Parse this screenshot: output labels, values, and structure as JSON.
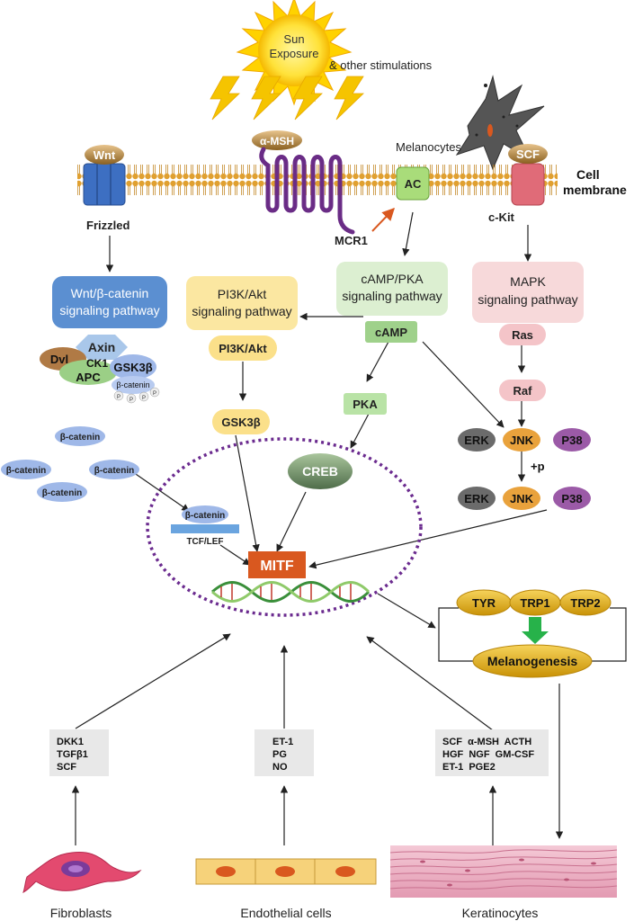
{
  "stimulus": {
    "sun_line1": "Sun",
    "sun_line2": "Exposure",
    "other": "& other stimulations"
  },
  "membrane": {
    "label_line1": "Cell",
    "label_line2": "membrane",
    "melanocytes": "Melanocytes"
  },
  "receptors": {
    "wnt": "Wnt",
    "frizzled": "Frizzled",
    "amsh": "α-MSH",
    "mcr1": "MCR1",
    "ac": "AC",
    "scf": "SCF",
    "ckit": "c-Kit"
  },
  "wnt_pathway": {
    "line1": "Wnt/β-catenin",
    "line2": "signaling pathway",
    "axin": "Axin",
    "dvl": "Dvl",
    "ck1": "CK1",
    "apc": "APC",
    "gsk3b": "GSK3β",
    "bcatenin": "β-catenin",
    "p": "P"
  },
  "pi3k_pathway": {
    "line1": "PI3K/Akt",
    "line2": "signaling pathway",
    "pi3k": "PI3K/Akt",
    "gsk3b": "GSK3β"
  },
  "camp_pathway": {
    "line1": "cAMP/PKA",
    "line2": "signaling pathway",
    "camp": "cAMP",
    "pka": "PKA",
    "creb": "CREB"
  },
  "mapk_pathway": {
    "line1": "MAPK",
    "line2": "signaling pathway",
    "ras": "Ras",
    "raf": "Raf",
    "erk": "ERK",
    "jnk": "JNK",
    "p38": "P38",
    "plus_p": "+p"
  },
  "nucleus": {
    "bcatenin": "β-catenin",
    "tcf": "TCF/LEF",
    "mitf": "MITF"
  },
  "free_catenin": [
    "β-catenin",
    "β-catenin",
    "β-catenin",
    "β-catenin"
  ],
  "melanogenesis": {
    "tyr": "TYR",
    "trp1": "TRP1",
    "trp2": "TRP2",
    "label": "Melanogenesis"
  },
  "factors": {
    "fibroblast": [
      "DKK1",
      "TGFβ1",
      "SCF"
    ],
    "endothelial": [
      "ET-1",
      "PG",
      "NO"
    ],
    "keratinocyte": [
      "SCF  α-MSH  ACTH",
      "HGF  NGF  GM-CSF",
      "ET-1  PGE2"
    ]
  },
  "cells": {
    "fibroblasts": "Fibroblasts",
    "endothelial": "Endothelial cells",
    "keratinocytes": "Keratinocytes"
  },
  "colors": {
    "wnt_box": "#5b8fd1",
    "pi3k_box": "#fbe7a1",
    "camp_box": "#dcefd1",
    "mapk_box": "#f7d9da",
    "mitf": "#d9581f",
    "nucleus_border": "#6b2b8f",
    "receptor_purple": "#6a2c86"
  }
}
